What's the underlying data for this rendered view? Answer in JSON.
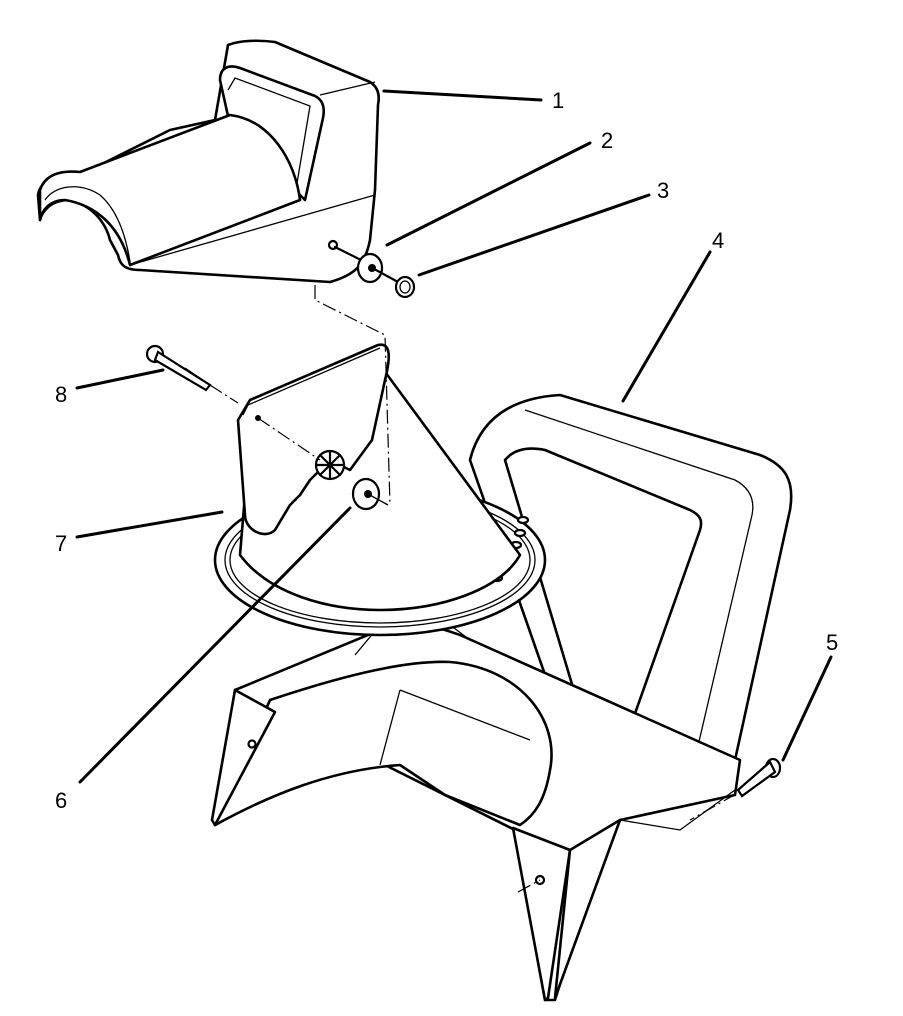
{
  "diagram": {
    "type": "exploded-parts-diagram",
    "background": "#ffffff",
    "line_color": "#000000",
    "callouts": [
      {
        "id": "1",
        "label": "1",
        "part": "chute deflector"
      },
      {
        "id": "2",
        "label": "2",
        "part": "washer"
      },
      {
        "id": "3",
        "label": "3",
        "part": "nut"
      },
      {
        "id": "4",
        "label": "4",
        "part": "housing / frame"
      },
      {
        "id": "5",
        "label": "5",
        "part": "bolt"
      },
      {
        "id": "6",
        "label": "6",
        "part": "washer"
      },
      {
        "id": "7",
        "label": "7",
        "part": "discharge chute"
      },
      {
        "id": "8",
        "label": "8",
        "part": "bolt"
      }
    ]
  }
}
